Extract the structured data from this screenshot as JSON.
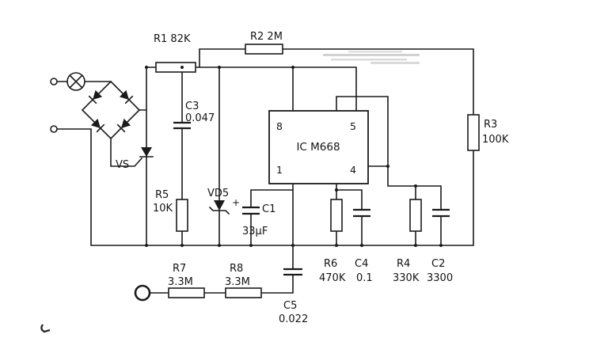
{
  "diagram": {
    "kind": "analog circuit schematic",
    "colors": {
      "line": "#1a1a1a",
      "background": "#ffffff",
      "noise": "#c2c2c2"
    },
    "labels": {
      "r1": "R1 82K",
      "r2": "R2 2M",
      "r3_name": "R3",
      "r3_value": "100K",
      "c3_name": "C3",
      "c3_value": "0.047",
      "ic_label": "IC M668",
      "pin8": "8",
      "pin5": "5",
      "pin1": "1",
      "pin4": "4",
      "vs": "VS",
      "r5_name": "R5",
      "r5_value": "10K",
      "vd5": "VD5",
      "c1_plus": "+",
      "c1_name": "C1",
      "c1_value": "33µF",
      "r6_name": "R6",
      "r6_value": "470K",
      "c4_name": "C4",
      "c4_value": "0.1",
      "r4_name": "R4",
      "r4_value": "330K",
      "c2_name": "C2",
      "c2_value": "3300",
      "r7_name": "R7",
      "r7_value": "3.3M",
      "r8_name": "R8",
      "r8_value": "3.3M",
      "c5_name": "C5",
      "c5_value": "0.022"
    }
  }
}
